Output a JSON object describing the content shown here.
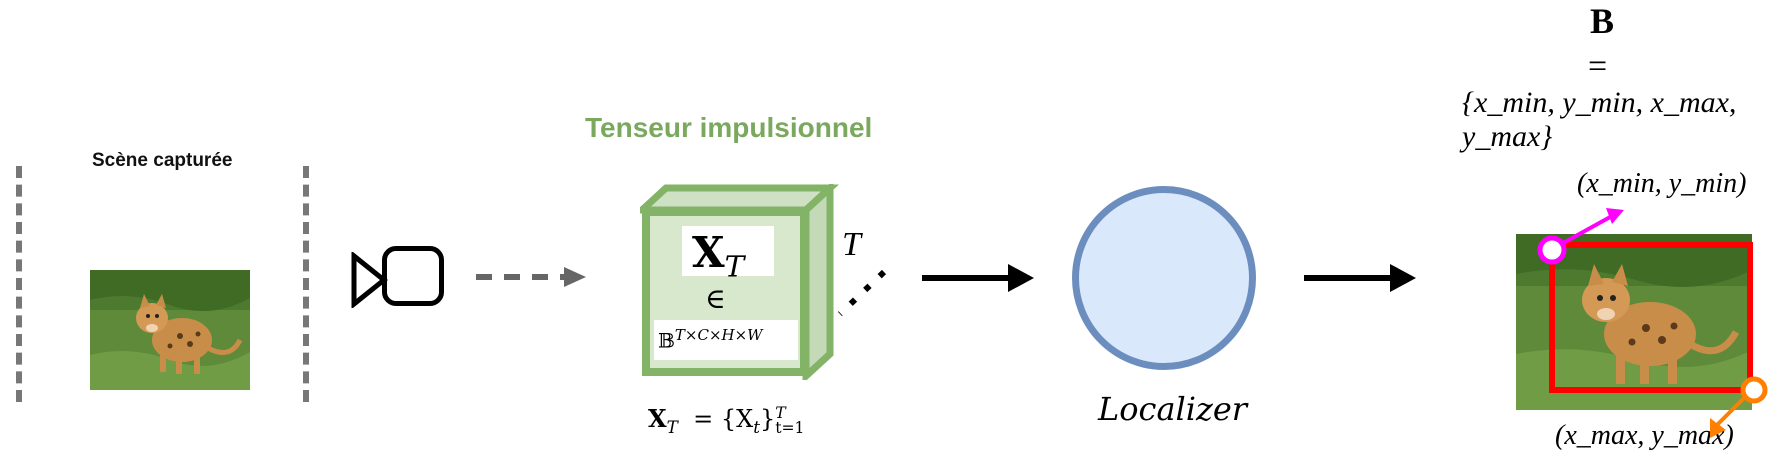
{
  "scene": {
    "title": "Scène capturée"
  },
  "tensor": {
    "title": "Tenseur impulsionnel",
    "symbol": "X",
    "symbol_sub": "T",
    "element_of": "∈",
    "space": "𝔹",
    "space_sup": "T×C×H×W",
    "time_label": "T",
    "set_lhs": "X",
    "set_lhs_sub": "T",
    "set_rhs": "= {X",
    "set_rhs_sub": "t",
    "set_rhs_close": "}",
    "set_rhs_sup": "T",
    "set_rhs_lower": "t=1"
  },
  "localizer": {
    "label": "Localizer"
  },
  "output": {
    "B": "B",
    "equals": "=",
    "set_text": "{x_min, y_min, x_max, y_max}",
    "min_point": "(x_min, y_min)",
    "max_point": "(x_max, y_max)"
  },
  "colors": {
    "tensor_green": "#82b366",
    "tensor_fill": "#d7e8cd",
    "circle_fill": "#dae8fc",
    "circle_border": "#6c8ebf",
    "bbox_red": "#ff0000",
    "min_marker": "#ff00ff",
    "max_marker": "#ff8000"
  },
  "icons": [
    "event-camera-icon",
    "cat-photo",
    "cat-photo-with-bbox"
  ]
}
